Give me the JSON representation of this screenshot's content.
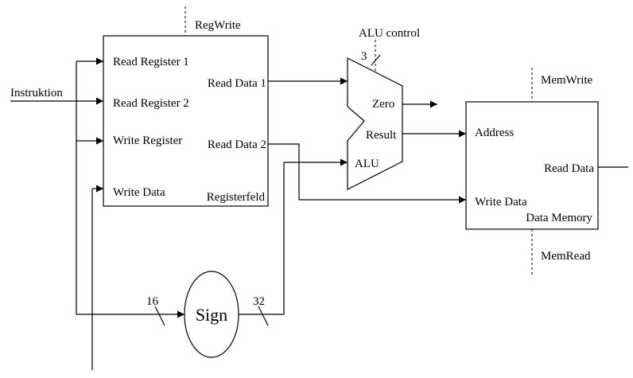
{
  "register_file": {
    "name": "Registerfeld",
    "control": "RegWrite",
    "read_register_1": "Read Register 1",
    "read_register_2": "Read Register 2",
    "write_register": "Write Register",
    "write_data": "Write Data",
    "read_data_1": "Read Data 1",
    "read_data_2": "Read Data 2"
  },
  "instruction_label": "Instruktion",
  "alu": {
    "control": "ALU control",
    "control_width": "3",
    "zero": "Zero",
    "result": "Result",
    "name": "ALU"
  },
  "data_memory": {
    "name": "Data Memory",
    "write_control": "MemWrite",
    "read_control": "MemRead",
    "address": "Address",
    "write_data": "Write Data",
    "read_data": "Read Data"
  },
  "sign_extend": {
    "name": "Sign",
    "input_width": "16",
    "output_width": "32"
  }
}
